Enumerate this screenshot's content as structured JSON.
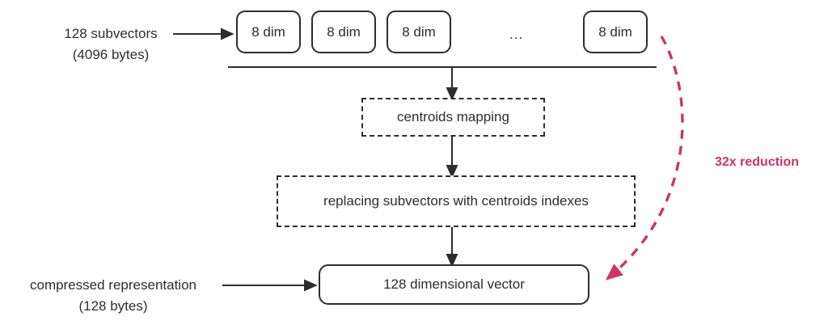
{
  "diagram": {
    "title": "product-quantization-compression",
    "colors": {
      "ink": "#2d2d2d",
      "accent": "#cc3366",
      "background": "#ffffff"
    },
    "input_label": {
      "line1": "128 subvectors",
      "line2": "(4096 bytes)"
    },
    "output_label": {
      "line1": "compressed representation",
      "line2": "(128 bytes)"
    },
    "subvector_boxes": [
      {
        "label": "8 dim"
      },
      {
        "label": "8 dim"
      },
      {
        "label": "8 dim"
      },
      {
        "label": "8 dim"
      }
    ],
    "ellipsis": "...",
    "stages": [
      {
        "label": "centroids mapping"
      },
      {
        "label": "replacing subvectors with centroids indexes"
      }
    ],
    "result_box": {
      "label": "128 dimensional vector"
    },
    "annotation": {
      "label": "32x reduction"
    }
  }
}
